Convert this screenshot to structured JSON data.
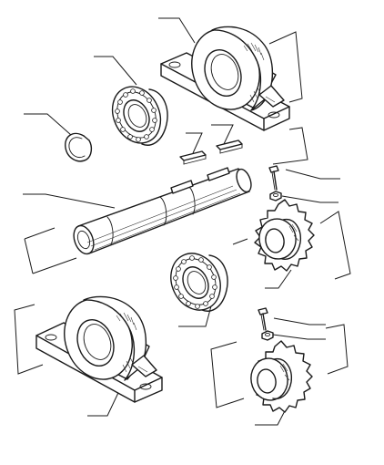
{
  "diagram": {
    "style": "exploded-view line drawing",
    "line_color": "#1a1a1a",
    "background_color": "#ffffff",
    "parts": [
      {
        "id": "pillow-block-bearing-upper",
        "icon": "pillow-block-icon"
      },
      {
        "id": "ball-bearing-upper",
        "icon": "ball-bearing-icon"
      },
      {
        "id": "circlip",
        "icon": "circlip-icon"
      },
      {
        "id": "keys",
        "icon": "key-icon"
      },
      {
        "id": "shaft",
        "icon": "shaft-icon"
      },
      {
        "id": "bolt-upper",
        "icon": "bolt-icon"
      },
      {
        "id": "nut-upper",
        "icon": "nut-icon"
      },
      {
        "id": "sprocket-upper",
        "icon": "sprocket-icon"
      },
      {
        "id": "ball-bearing-lower",
        "icon": "ball-bearing-icon"
      },
      {
        "id": "pillow-block-bearing-lower",
        "icon": "pillow-block-icon"
      },
      {
        "id": "bolt-lower",
        "icon": "bolt-icon"
      },
      {
        "id": "nut-lower",
        "icon": "nut-icon"
      },
      {
        "id": "sprocket-lower",
        "icon": "sprocket-icon"
      }
    ]
  }
}
